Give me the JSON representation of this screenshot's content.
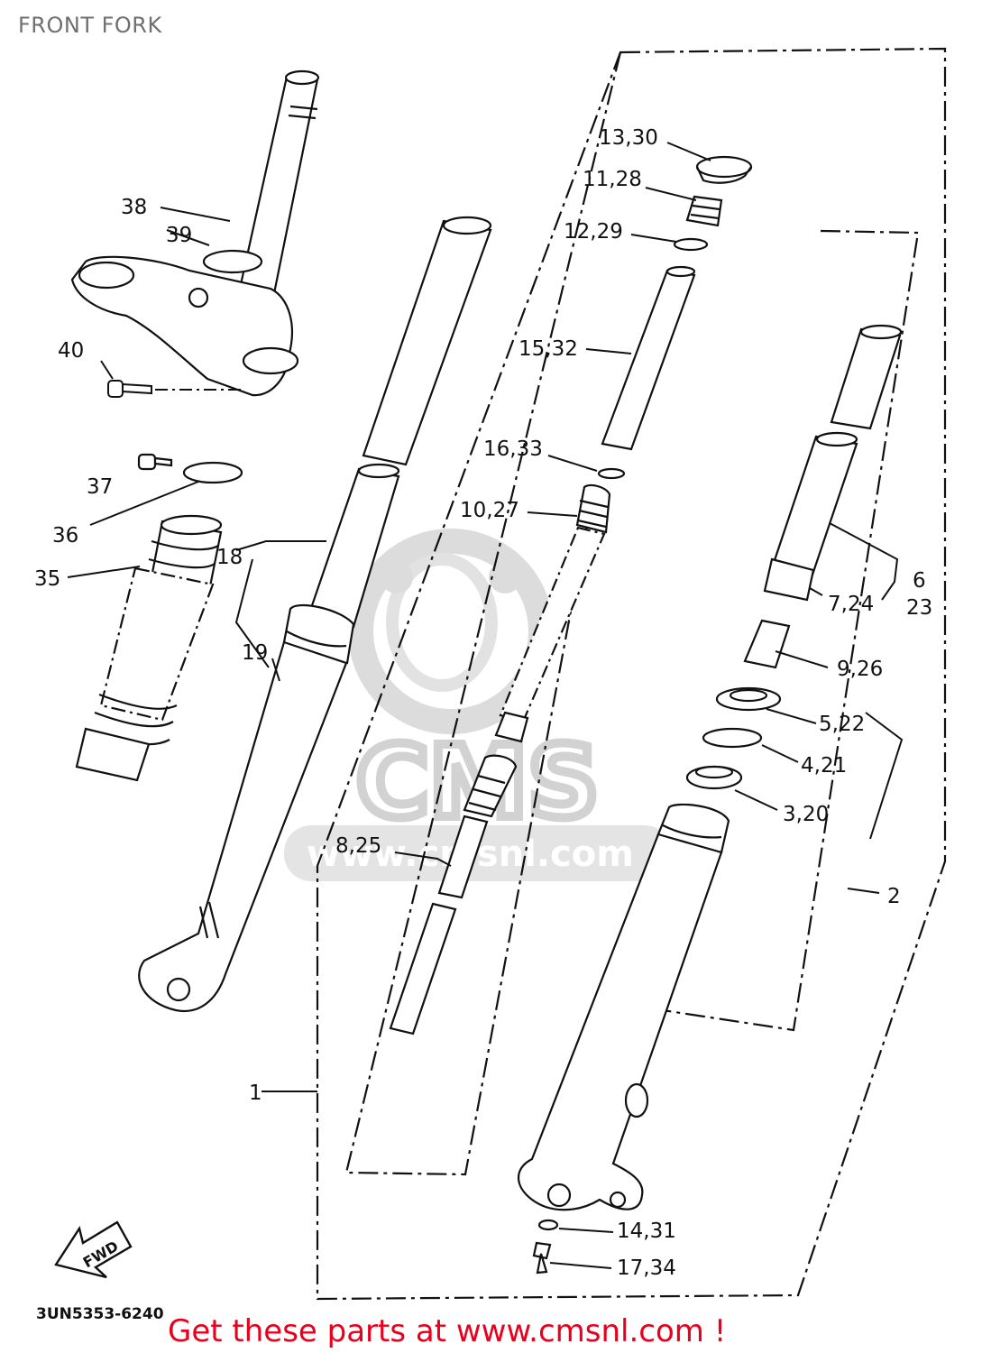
{
  "page": {
    "title": "FRONT FORK",
    "footer": "Get these parts at www.cmsnl.com !"
  },
  "diagram": {
    "drawing_code": "3UN5353-6240",
    "direction_badge": "FWD",
    "watermark": "www.cmsnl.com",
    "colors": {
      "line": "#111111",
      "footer": "#e8001c",
      "watermark": "#d9d9d9",
      "title": "#707070"
    },
    "callouts": {
      "c1": "1",
      "c2": "2",
      "c3_20": "3,20",
      "c4_21": "4,21",
      "c5_22": "5,22",
      "c6": "6",
      "c23": "23",
      "c7_24": "7,24",
      "c8_25": "8,25",
      "c9_26": "9,26",
      "c10_27": "10,27",
      "c11_28": "11,28",
      "c12_29": "12,29",
      "c13_30": "13,30",
      "c14_31": "14,31",
      "c15_32": "15,32",
      "c16_33": "16,33",
      "c17_34": "17,34",
      "c18": "18",
      "c19": "19",
      "c35": "35",
      "c36": "36",
      "c37": "37",
      "c38": "38",
      "c39": "39",
      "c40": "40"
    }
  }
}
